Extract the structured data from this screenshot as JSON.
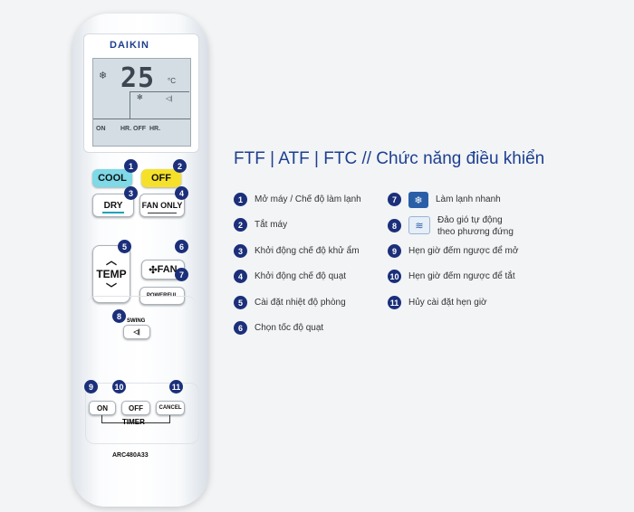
{
  "remote": {
    "brand": "DAIKIN",
    "display": {
      "temperature": "25",
      "unit": "°C",
      "on_label": "ON",
      "hr_off_label": "HR. OFF",
      "hr_label": "HR."
    },
    "buttons": {
      "cool": "COOL",
      "off": "OFF",
      "dry": "DRY",
      "fan_only": "FAN ONLY",
      "temp": "TEMP",
      "fan": "FAN",
      "powerful": "POWERFUL",
      "swing": "SWING",
      "timer_on": "ON",
      "timer_off": "OFF",
      "cancel": "CANCEL",
      "timer": "TIMER"
    },
    "model": "ARC480A33",
    "badges": [
      "1",
      "2",
      "3",
      "4",
      "5",
      "6",
      "7",
      "8",
      "9",
      "10",
      "11"
    ]
  },
  "title": "FTF | ATF | FTC  //  Chức năng điều khiển",
  "functions": [
    {
      "num": "1",
      "text": "Mở máy / Chế độ làm lạnh"
    },
    {
      "num": "2",
      "text": "Tắt máy"
    },
    {
      "num": "3",
      "text": "Khởi động chế độ khử ẩm"
    },
    {
      "num": "4",
      "text": "Khởi động chế độ quạt"
    },
    {
      "num": "5",
      "text": "Cài đặt nhiệt độ phòng"
    },
    {
      "num": "6",
      "text": "Chọn tốc độ quạt"
    },
    {
      "num": "7",
      "text": "Làm lạnh nhanh",
      "icon": "powerful-icon"
    },
    {
      "num": "8",
      "text": "Đảo gió tự động theo phương đứng",
      "icon": "swing-icon"
    },
    {
      "num": "9",
      "text": "Hẹn giờ đếm ngược để mở"
    },
    {
      "num": "10",
      "text": "Hẹn giờ đếm ngược để tắt"
    },
    {
      "num": "11",
      "text": "Hủy cài đặt hẹn giờ"
    }
  ]
}
